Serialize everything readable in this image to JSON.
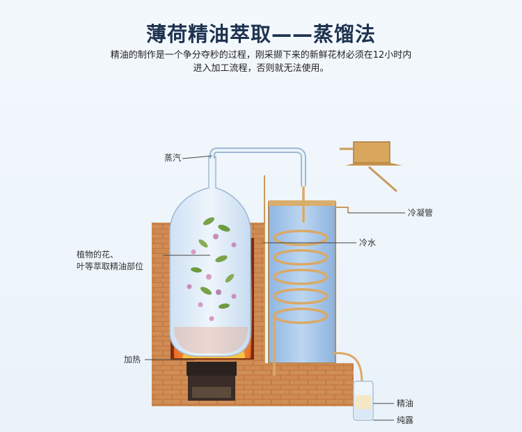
{
  "title": "薄荷精油萃取——蒸馏法",
  "description": {
    "line1": "精油的制作是一个争分夺秒的过程，刚采撷下来的新鲜花材必须在12小时内",
    "line2": "进入加工流程，否则就无法使用。"
  },
  "labels": {
    "steam": "蒸汽",
    "condenser": "冷凝管",
    "cold_water": "冷水",
    "plant_line1": "植物的花、",
    "plant_line2": "叶等萃取精油部位",
    "heating": "加热",
    "essential_oil": "精油",
    "hydrosol": "纯露"
  },
  "colors": {
    "brick": "#c9824a",
    "fire": "#e8582a",
    "water": "#a9c8ea",
    "tube": "#e0b67a",
    "title": "#1e3350"
  }
}
